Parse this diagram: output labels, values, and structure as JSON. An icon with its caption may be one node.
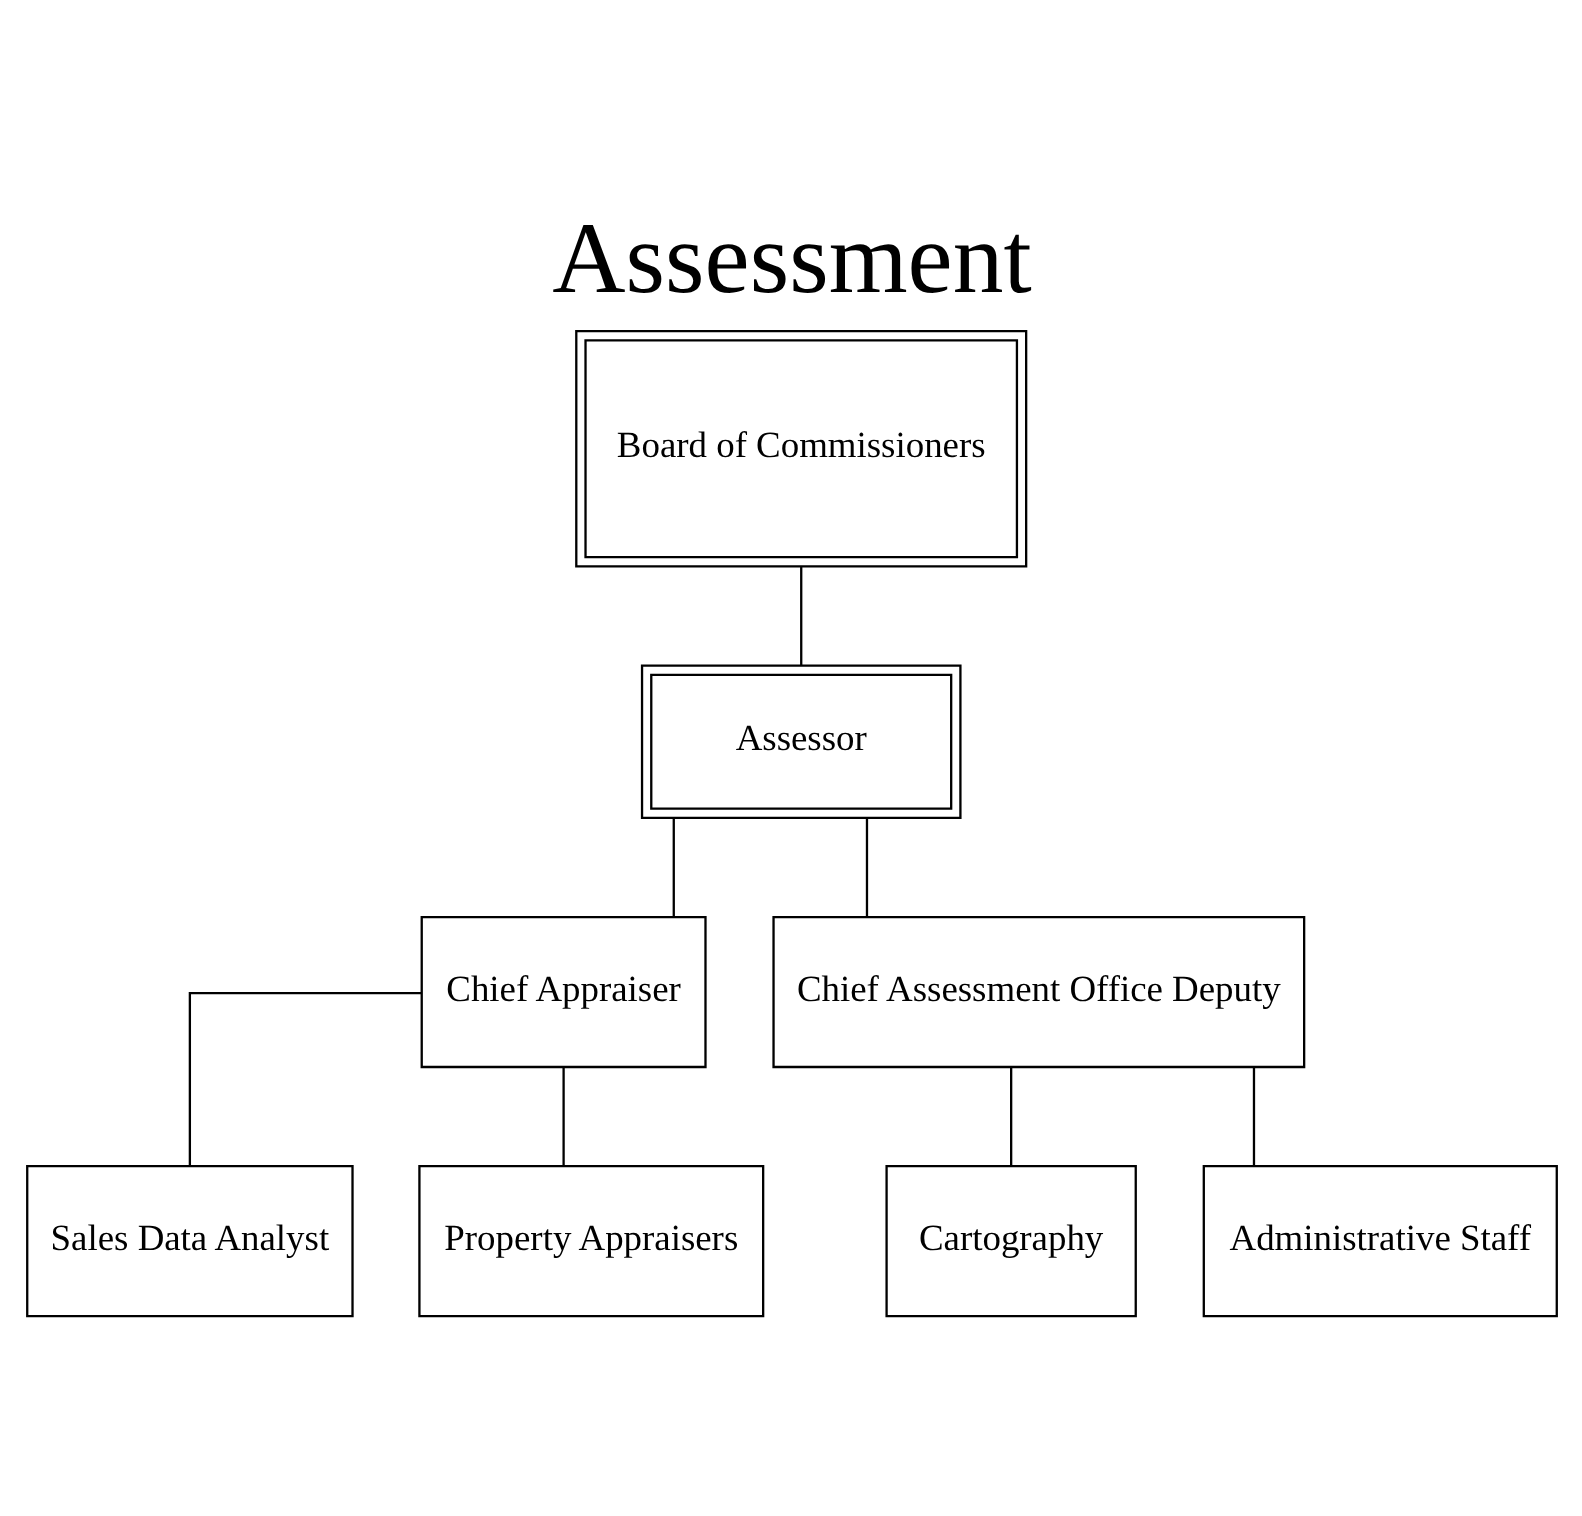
{
  "diagram": {
    "title": "Assessment",
    "nodes": [
      {
        "text": [
          "Board of Commissioners"
        ]
      },
      {
        "text": [
          "Assessor"
        ]
      },
      {
        "text": [
          "Chief Appraiser"
        ]
      },
      {
        "text": [
          "Chief Assessment Office Deputy"
        ]
      },
      {
        "text": [
          "Sales Data Analyst"
        ]
      },
      {
        "text": [
          "Property Appraisers"
        ]
      },
      {
        "text": [
          "Cartography"
        ]
      },
      {
        "text": [
          "Administrative Staff"
        ]
      }
    ],
    "edges": [
      {
        "from": 0,
        "to": 1,
        "arrow": "none"
      },
      {
        "from": 1,
        "to": 2,
        "arrow": "none"
      },
      {
        "from": 1,
        "to": 3,
        "arrow": "none"
      },
      {
        "from": 2,
        "to": 4,
        "arrow": "none"
      },
      {
        "from": 2,
        "to": 5,
        "arrow": "none"
      },
      {
        "from": 3,
        "to": 6,
        "arrow": "none"
      },
      {
        "from": 3,
        "to": 7,
        "arrow": "none"
      }
    ]
  }
}
